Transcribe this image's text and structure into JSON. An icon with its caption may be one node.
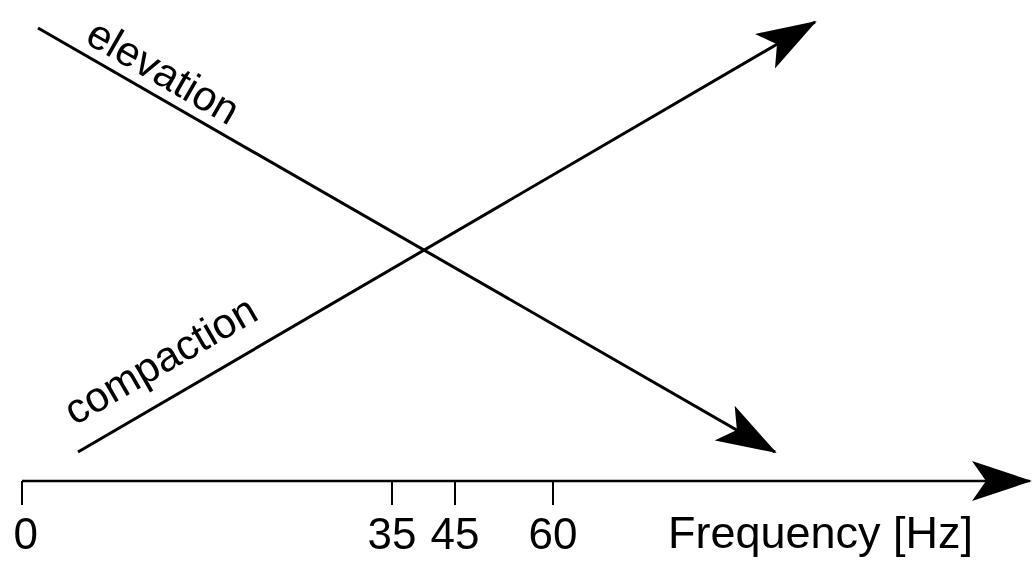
{
  "diagram": {
    "labels": [
      "elevation",
      "compaction",
      "0",
      "35",
      "45",
      "60",
      "Frequency [Hz]"
    ]
  }
}
